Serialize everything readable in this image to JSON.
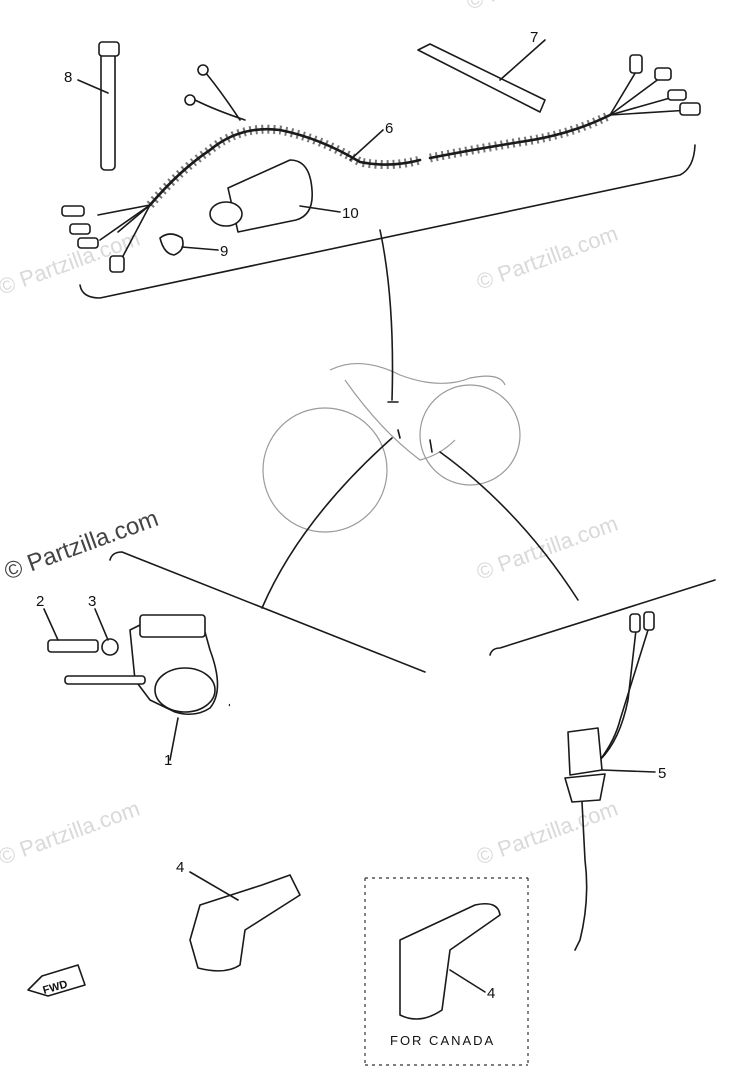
{
  "watermarks": [
    {
      "text": "© Partzilla.com"
    },
    {
      "text": "© Partzilla.com"
    },
    {
      "text": "© Partzilla.com"
    },
    {
      "text": "© Partzilla.com"
    },
    {
      "text": "© Partzilla.com"
    },
    {
      "text": "© Partzilla.com"
    },
    {
      "text": "© Partzilla.com"
    }
  ],
  "callouts": [
    {
      "label": "1"
    },
    {
      "label": "2"
    },
    {
      "label": "3"
    },
    {
      "label": "4"
    },
    {
      "label": "4"
    },
    {
      "label": "5"
    },
    {
      "label": "6"
    },
    {
      "label": "7"
    },
    {
      "label": "8"
    },
    {
      "label": "9"
    },
    {
      "label": "10"
    }
  ],
  "inset_caption": "FOR  CANADA",
  "direction_marker": "FWD"
}
